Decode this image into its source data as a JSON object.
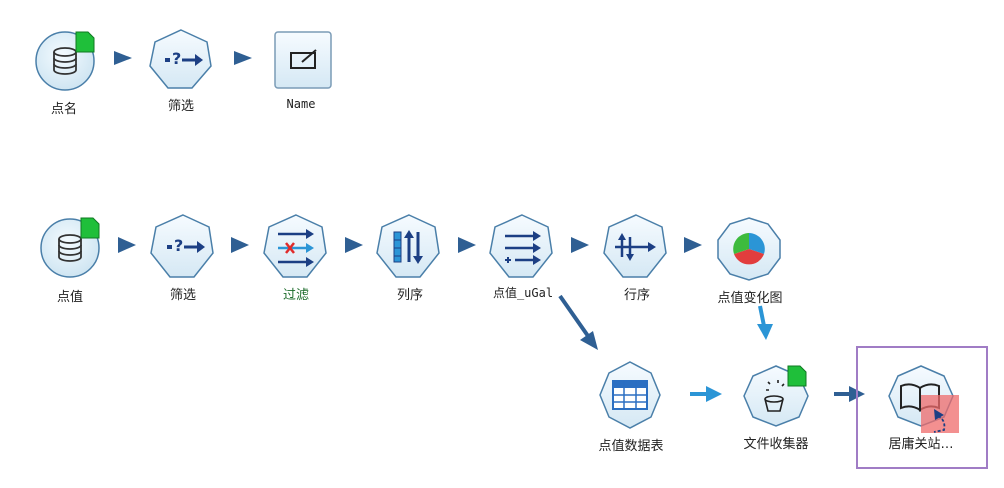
{
  "flow1": {
    "source": {
      "label": "点名",
      "icon": "database-icon"
    },
    "filter": {
      "label": "筛选",
      "icon": "filter-question-icon"
    },
    "output": {
      "label": "Name",
      "icon": "edit-box-icon"
    }
  },
  "flow2": {
    "source": {
      "label": "点值",
      "icon": "database-icon"
    },
    "filter": {
      "label": "筛选",
      "icon": "filter-question-icon"
    },
    "select": {
      "label": "过滤",
      "icon": "select-arrows-x-icon"
    },
    "sort": {
      "label": "列序",
      "icon": "sort-columns-icon"
    },
    "merge": {
      "label": "点值_uGal",
      "icon": "merge-arrows-icon"
    },
    "rows": {
      "label": "行序",
      "icon": "row-order-icon"
    },
    "chart": {
      "label": "点值变化图",
      "icon": "pie-chart-icon"
    },
    "table": {
      "label": "点值数据表",
      "icon": "table-grid-icon"
    },
    "collector": {
      "label": "文件收集器",
      "icon": "magic-hat-icon"
    },
    "report": {
      "label": "居庸关站…",
      "icon": "open-book-icon"
    }
  },
  "colors": {
    "node_fill": "#d9eaf5",
    "node_stroke": "#4a7fa9",
    "arrow_dark": "#2f5f93",
    "arrow_light": "#2b95d6",
    "badge_green": "#1fbf3a",
    "selection_border": "#a07cc5",
    "overlay_red": "#ef6b6b"
  }
}
